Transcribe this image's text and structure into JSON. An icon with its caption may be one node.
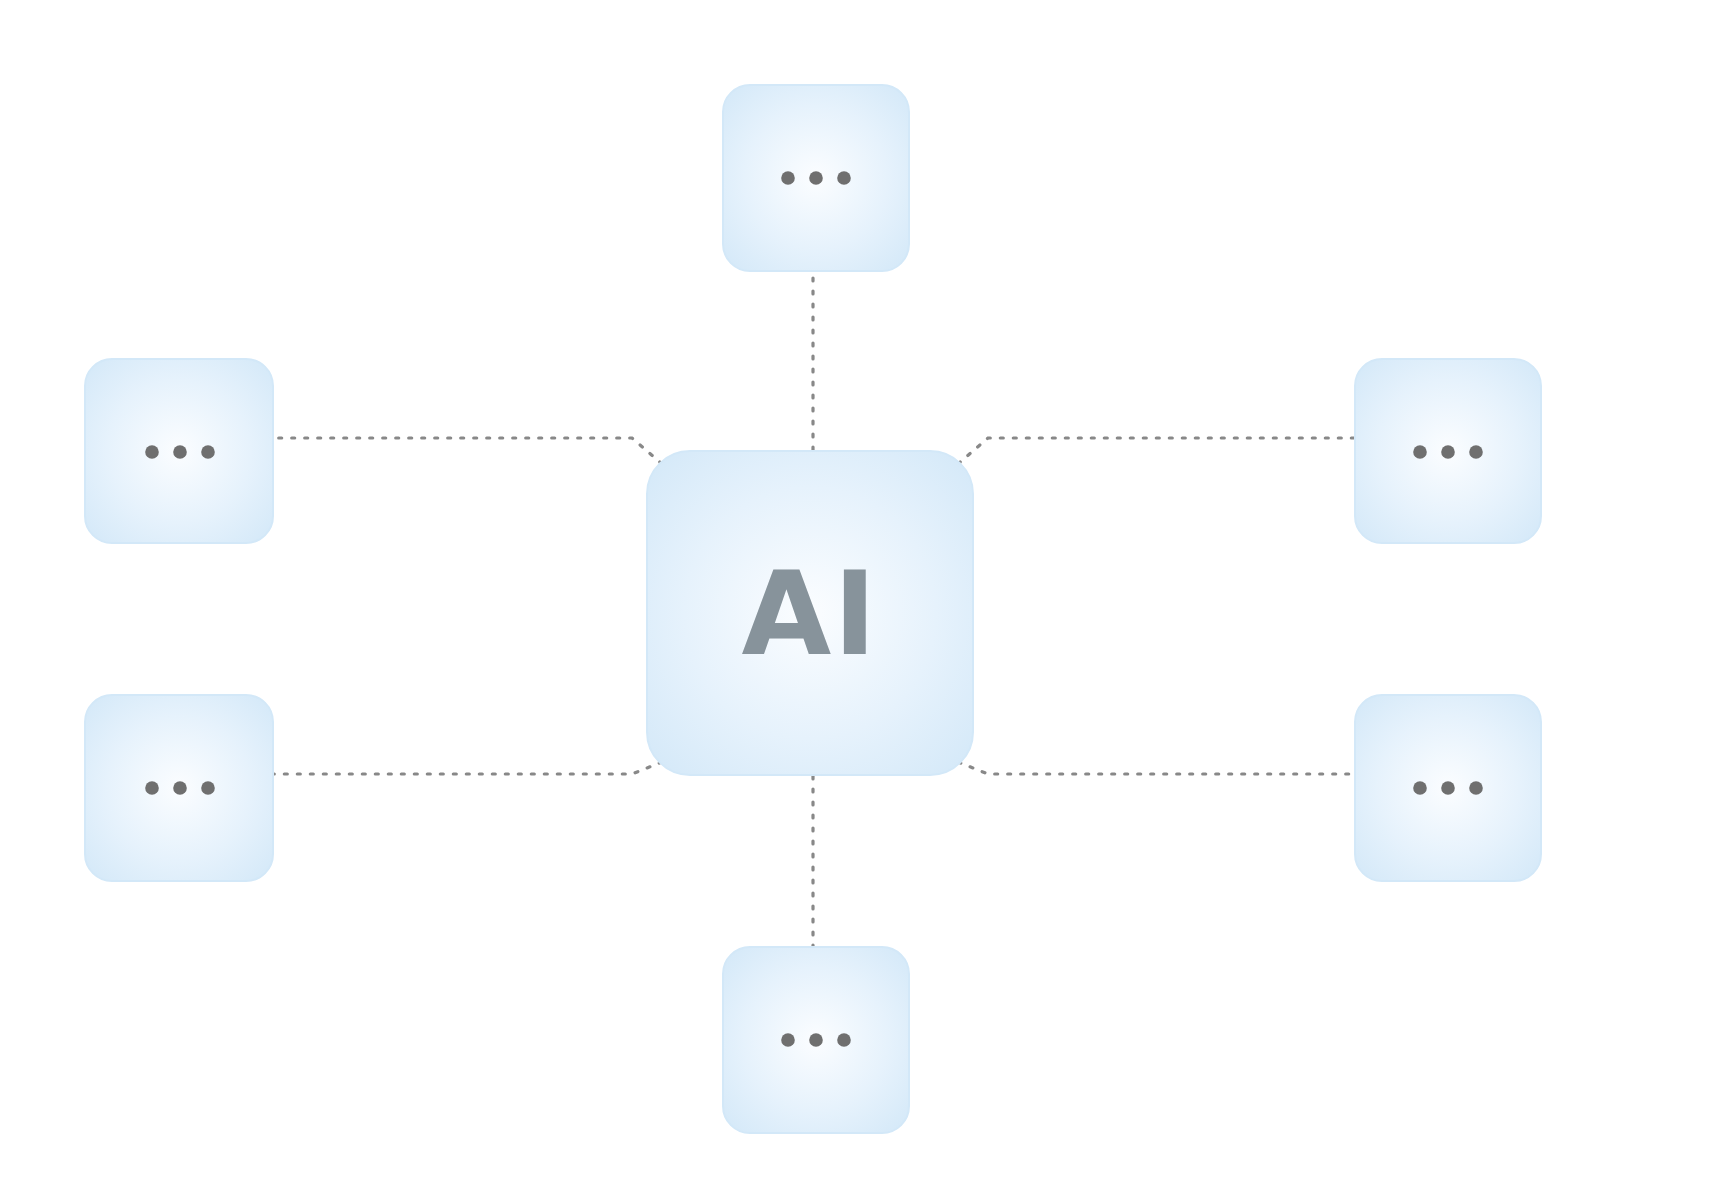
{
  "diagram": {
    "nodes": [
      {
        "text": [],
        "shape": "box"
      },
      {
        "text": [],
        "shape": "box"
      },
      {
        "text": [],
        "shape": "box"
      },
      {
        "text": [
          "AI"
        ]
      },
      {
        "text": [],
        "shape": "box"
      },
      {
        "text": [],
        "shape": "box"
      },
      {
        "text": [],
        "shape": "box"
      }
    ],
    "edges": [
      {
        "from": 3,
        "to": 0,
        "arrow": "none",
        "style": "dashed"
      },
      {
        "from": 3,
        "to": 1,
        "arrow": "none",
        "style": "dashed"
      },
      {
        "from": 3,
        "to": 2,
        "arrow": "none",
        "style": "dashed"
      },
      {
        "from": 3,
        "to": 4,
        "arrow": "none",
        "style": "dashed"
      },
      {
        "from": 3,
        "to": 5,
        "arrow": "none",
        "style": "dashed"
      },
      {
        "from": 3,
        "to": 6,
        "arrow": "none",
        "style": "dashed"
      }
    ]
  }
}
